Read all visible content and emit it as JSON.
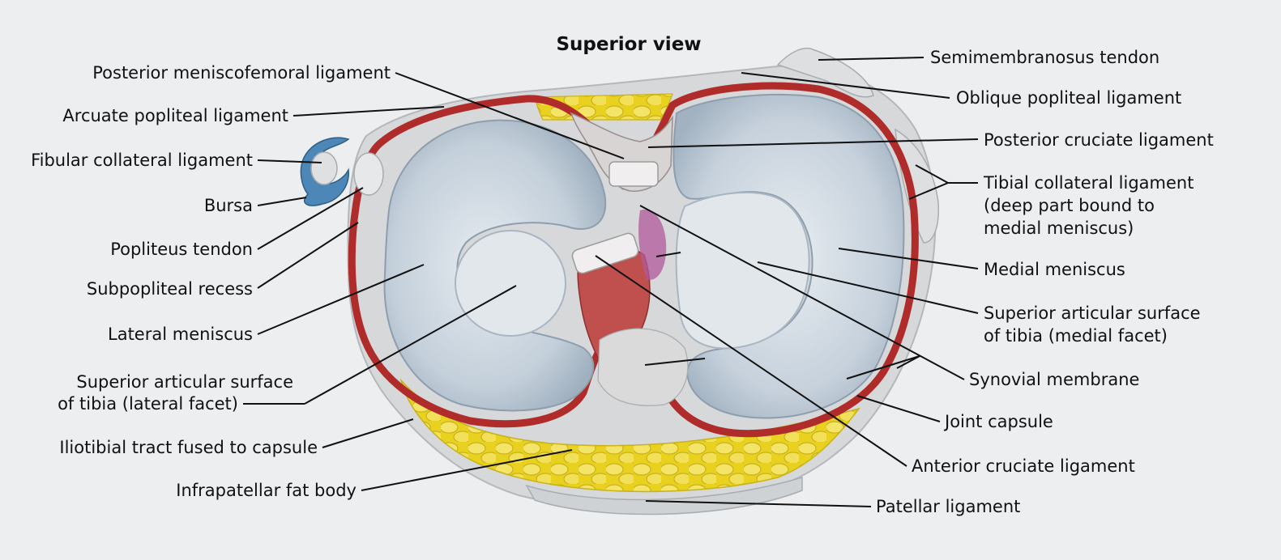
{
  "title": "Superior view",
  "labels": {
    "posterior_meniscofemoral_ligament": "Posterior meniscofemoral ligament",
    "arcuate_popliteal_ligament": "Arcuate popliteal ligament",
    "fibular_collateral_ligament": "Fibular collateral ligament",
    "bursa": "Bursa",
    "popliteus_tendon": "Popliteus tendon",
    "subpopliteal_recess": "Subpopliteal recess",
    "lateral_meniscus": "Lateral meniscus",
    "sup_artic_lateral_line1": "Superior articular surface",
    "sup_artic_lateral_line2": "of tibia (lateral facet)",
    "iliotibial_tract": "Iliotibial tract fused to capsule",
    "infrapatellar_fat_body": "Infrapatellar fat body",
    "semimembranosus_tendon": "Semimembranosus tendon",
    "oblique_popliteal_ligament": "Oblique popliteal ligament",
    "posterior_cruciate_ligament": "Posterior cruciate ligament",
    "tibial_collateral_line1": "Tibial collateral ligament",
    "tibial_collateral_line2": "(deep part bound to",
    "tibial_collateral_line3": "medial meniscus)",
    "medial_meniscus": "Medial meniscus",
    "sup_artic_medial_line1": "Superior articular surface",
    "sup_artic_medial_line2": "of tibia (medial facet)",
    "synovial_membrane": "Synovial membrane",
    "joint_capsule": "Joint capsule",
    "anterior_cruciate_ligament": "Anterior cruciate ligament",
    "patellar_ligament": "Patellar ligament"
  },
  "colors": {
    "background": "#eceef0",
    "capsule": "#d4d6d8",
    "synovial": "#b5322f",
    "meniscus": "#c9d3dc",
    "facet": "#dfe4ea",
    "fat": "#ead62a",
    "bursa": "#4d87b8"
  }
}
